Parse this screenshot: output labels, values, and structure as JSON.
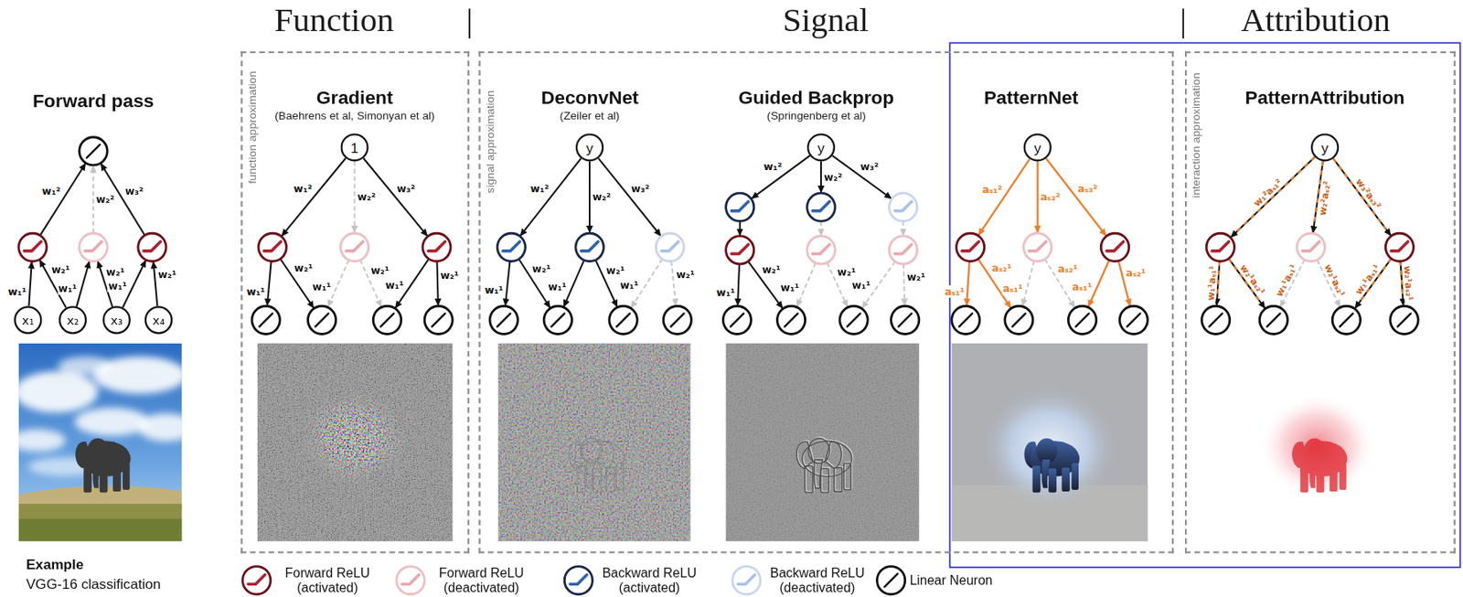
{
  "diagram": {
    "nodes": [
      {
        "text": [
          "x₁"
        ]
      },
      {
        "text": [
          "x₂"
        ]
      },
      {
        "text": [
          "x₃"
        ]
      },
      {
        "text": [
          "x₄"
        ]
      },
      {
        "text": [
          "Gradient",
          "(Baehrens et al, Simonyan et al)",
          "function approximation"
        ]
      },
      {
        "text": [
          "1"
        ],
        "in": 4
      },
      {
        "text": [
          "DeconvNet",
          "(Zeiler et al)",
          "Guided Backprop",
          "(Springenberg et al)",
          "PatternNet",
          "signal approximation"
        ]
      },
      {
        "text": [
          "y"
        ],
        "in": 6
      },
      {
        "text": [
          "y"
        ],
        "in": 6
      },
      {
        "text": [
          "y"
        ],
        "in": 6
      },
      {
        "text": [
          "PatternAttribution",
          "interaction approximation"
        ]
      },
      {
        "text": [
          "y"
        ],
        "in": 10
      }
    ],
    "labels": [
      "Function",
      "|",
      "Signal",
      "|",
      "Attribution",
      "Forward pass",
      "w₁²",
      "w₂²",
      "w₃²",
      "w₁¹",
      "w₂¹",
      "w₁¹",
      "w₂¹",
      "w₁¹",
      "w₂¹",
      "w₁²",
      "w₂²",
      "w₃²",
      "w₁¹",
      "w₂¹",
      "w₁¹",
      "w₂¹",
      "w₁¹",
      "w₂¹",
      "w₁²",
      "w₂²",
      "w₃²",
      "w₁¹",
      "w₂¹",
      "w₁¹",
      "w₂¹",
      "w₁¹",
      "w₂¹",
      "w₁²",
      "w₂²",
      "w₃²",
      "w₁¹",
      "w₂¹",
      "w₁¹",
      "w₂¹",
      "w₁¹",
      "w₂¹",
      "aₛ₁²",
      "aₛ₂²",
      "aₛ₃²",
      "aₛ₁¹",
      "aₛ₂¹",
      "aₛ₁¹",
      "aₛ₂¹",
      "aₛ₁¹",
      "aₛ₂¹",
      "w₁²aₛ₁²",
      "w₂²aₛ₂²",
      "w₃²aₛ₃²",
      "w₁¹aₛ₁¹",
      "w₂¹aₛ₂¹",
      "w₁¹aₛ₁¹",
      "w₂¹aₛ₂¹",
      "w₁¹aₛ₁¹",
      "w₂¹aₛ₂¹",
      "Example",
      "VGG-16 classification"
    ],
    "legend": [
      {
        "text": "Forward ReLU (activated)"
      },
      {
        "text": "Forward ReLU (deactivated)"
      },
      {
        "text": "Backward ReLU (activated)"
      },
      {
        "text": "Backward ReLU (deactivated)"
      },
      {
        "text": "Linear Neuron"
      }
    ]
  }
}
